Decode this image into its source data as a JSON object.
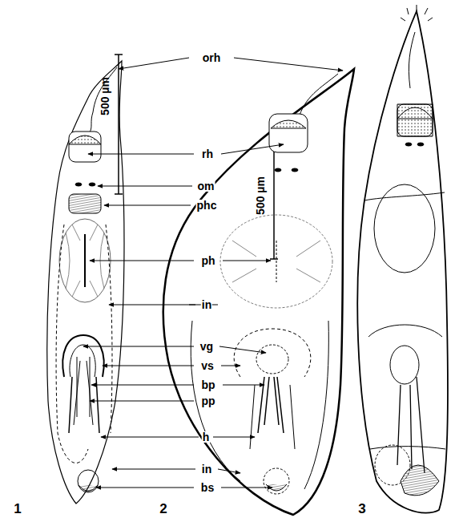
{
  "diagram": {
    "labels": [
      "500 µm",
      "orh",
      "rh",
      "om",
      "phc",
      "ph",
      "in",
      "vg",
      "vs",
      "bp",
      "pp",
      "h",
      "in",
      "bs",
      "500 µm",
      "1",
      "2",
      "3"
    ]
  }
}
